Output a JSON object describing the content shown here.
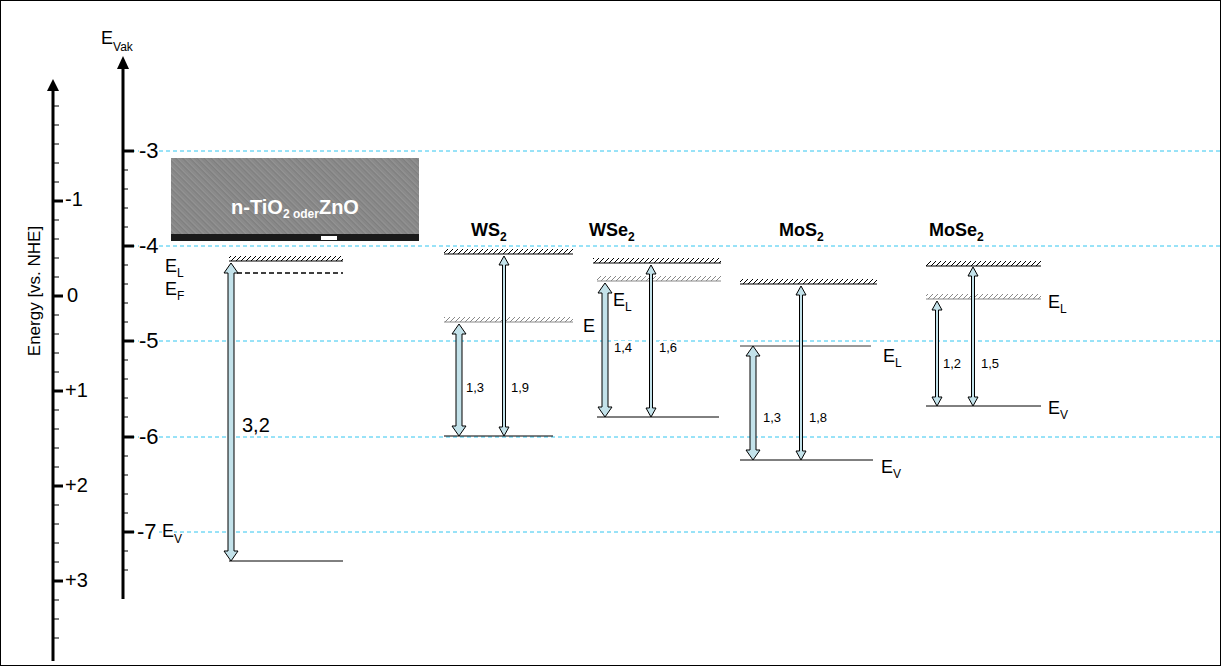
{
  "diagram": {
    "nodes": [
      {
        "text": [
          "n-TiO",
          "2 oder",
          "ZnO"
        ]
      }
    ],
    "labels": [
      "E",
      "Vak",
      "-3",
      "-4",
      "-5",
      "-6",
      "-7",
      "Energy [vs. NHE]",
      "-1",
      "0",
      "+1",
      "+2",
      "+3",
      "E",
      "L",
      "E",
      "F",
      "3,2",
      "E",
      "V",
      "WS",
      "2",
      "1,3",
      "1,9",
      "E",
      "WSe",
      "2",
      "E",
      "L",
      "1,4",
      "1,6",
      "MoS",
      "2",
      "E",
      "L",
      "1,3",
      "1,8",
      "E",
      "V",
      "MoSe",
      "2",
      "E",
      "L",
      "1,2",
      "1,5",
      "E",
      "V"
    ]
  }
}
